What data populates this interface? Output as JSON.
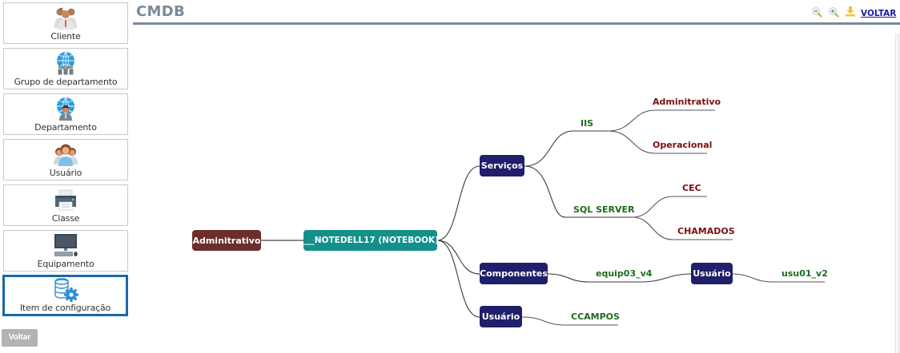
{
  "sidebar": {
    "items": [
      {
        "label": "Cliente",
        "icon": "people-group-icon",
        "active": false
      },
      {
        "label": "Grupo de departamento",
        "icon": "globe-people-icon",
        "active": false
      },
      {
        "label": "Departamento",
        "icon": "globe-person-icon",
        "active": false
      },
      {
        "label": "Usuário",
        "icon": "users-icon",
        "active": false
      },
      {
        "label": "Classe",
        "icon": "printer-icon",
        "active": false
      },
      {
        "label": "Equipamento",
        "icon": "computer-icon",
        "active": false
      },
      {
        "label": "Item de configuração",
        "icon": "database-gear-icon",
        "active": true
      }
    ],
    "back_label": "Voltar"
  },
  "header": {
    "title": "CMDB",
    "zoom_out_icon": "zoom-out-icon",
    "zoom_in_icon": "zoom-in-icon",
    "download_icon": "download-icon",
    "back_link": "VOLTAR"
  },
  "colors": {
    "root": "#13908a",
    "parent": "#6b2d2d",
    "category": "#1f1f6b",
    "leaf_green": "#1e6b1e",
    "leaf_red": "#7a0f0f",
    "active_border": "#1a67a8",
    "title": "#7a8a9c"
  },
  "mindmap": {
    "parent": "Adminitrativo",
    "root": "___NOTEDELL17 (NOTEBOOK)",
    "categories": [
      {
        "label": "Serviços",
        "children": [
          {
            "label": "IIS",
            "children": [
              "Adminitrativo",
              "Operacional"
            ]
          },
          {
            "label": "SQL SERVER",
            "children": [
              "CEC",
              "CHAMADOS"
            ]
          }
        ]
      },
      {
        "label": "Componentes",
        "children": [
          {
            "label": "equip03_v4",
            "sub_category": "Usuário",
            "sub_children": [
              "usu01_v2"
            ]
          }
        ]
      },
      {
        "label": "Usuário",
        "children": [
          {
            "label": "CCAMPOS"
          }
        ]
      }
    ]
  }
}
